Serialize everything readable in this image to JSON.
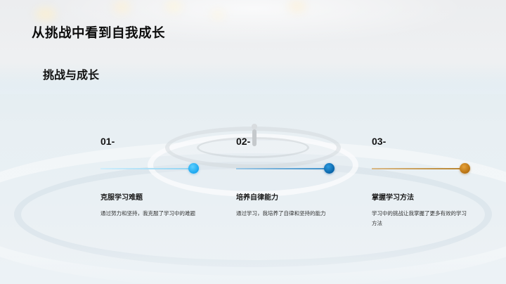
{
  "slide": {
    "title": "从挑战中看到自我成长",
    "subtitle": "挑战与成长"
  },
  "steps": [
    {
      "number": "01-",
      "heading": "克服学习难题",
      "description": "通过努力和坚持，我克服了学习中的难题",
      "line_color": "#8fd3f2",
      "dot_color": "#29b6f6"
    },
    {
      "number": "02-",
      "heading": "培养自律能力",
      "description": "通过学习，我培养了自律和坚持的能力",
      "line_color": "#3d8fc9",
      "dot_color": "#0b78c4"
    },
    {
      "number": "03-",
      "heading": "掌握学习方法",
      "description": "学习中的挑战让我掌握了更多有效的学习方法",
      "line_color": "#c99a52",
      "dot_color": "#c9801a"
    }
  ]
}
